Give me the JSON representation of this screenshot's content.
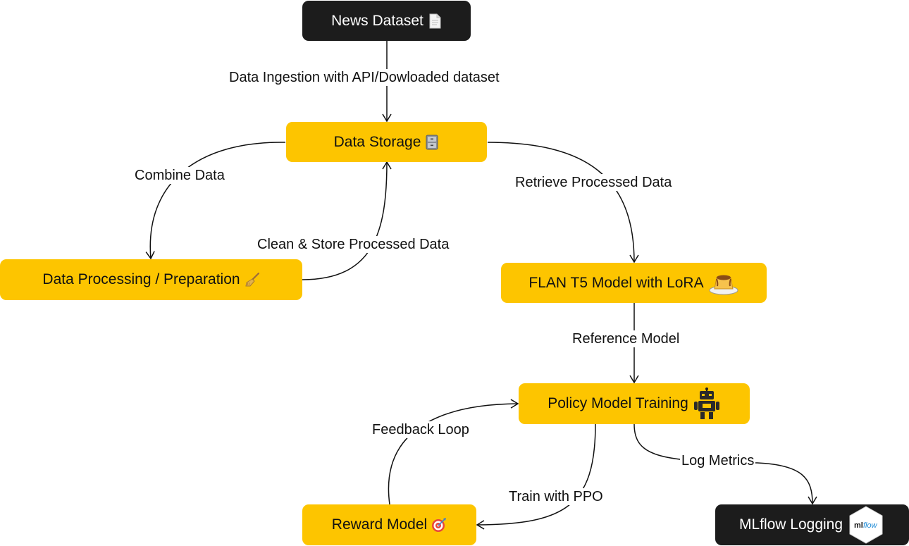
{
  "nodes": {
    "news_dataset": {
      "label": "News Dataset",
      "icon": "document-icon"
    },
    "data_storage": {
      "label": "Data Storage",
      "icon": "file-cabinet-icon"
    },
    "data_processing": {
      "label": "Data Processing / Preparation",
      "icon": "broom-icon"
    },
    "flan_t5": {
      "label": "FLAN T5 Model with LoRA",
      "icon": "flan-pudding-icon"
    },
    "policy_training": {
      "label": "Policy Model Training",
      "icon": "robot-icon"
    },
    "reward_model": {
      "label": "Reward Model",
      "icon": "target-icon"
    },
    "mlflow_logging": {
      "label": "MLflow Logging",
      "icon": "mlflow-logo",
      "logo_text_ml": "ml",
      "logo_text_flow": "flow"
    }
  },
  "edges": {
    "ingestion": {
      "label": "Data Ingestion with API/Dowloaded dataset"
    },
    "combine": {
      "label": "Combine Data"
    },
    "clean_store": {
      "label": "Clean & Store Processed Data"
    },
    "retrieve": {
      "label": "Retrieve Processed Data"
    },
    "reference": {
      "label": "Reference Model"
    },
    "feedback": {
      "label": "Feedback Loop"
    },
    "train_ppo": {
      "label": "Train with PPO"
    },
    "log_metrics": {
      "label": "Log Metrics"
    }
  },
  "colors": {
    "node_yellow": "#fdc500",
    "node_dark": "#1c1c1c",
    "connector": "#111111"
  }
}
